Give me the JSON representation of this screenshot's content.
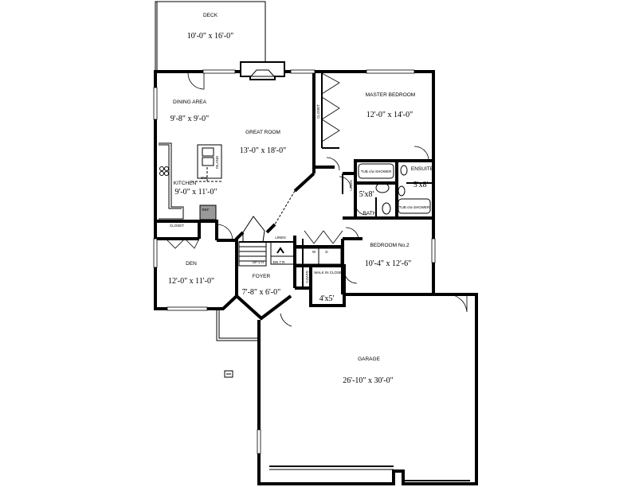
{
  "rooms": {
    "deck": {
      "name": "DECK",
      "dim": "10'-0\" x 16'-0\""
    },
    "dining": {
      "name": "DINING AREA",
      "dim": "9'-8\" x 9'-0\""
    },
    "great_room": {
      "name": "GREAT ROOM",
      "dim": "13'-0\" x 18'-0\""
    },
    "master_bedroom": {
      "name": "MASTER BEDROOM",
      "dim": "12'-0\" x 14'-0\""
    },
    "kitchen": {
      "name": "KITCHEN",
      "dim": "9'-0\" x 11'-0\""
    },
    "ensuite": {
      "name": "ENSUITE",
      "dim": "5'x8'"
    },
    "bath": {
      "name": "BATH",
      "dim": "5'x8'"
    },
    "bedroom2": {
      "name": "BEDROOM No.2",
      "dim": "10'-4\" x 12'-6\""
    },
    "den": {
      "name": "DEN",
      "dim": "12'-0\" x 11'-0\""
    },
    "foyer": {
      "name": "FOYER",
      "dim": "7'-8\" x 6'-0\""
    },
    "walk_in_closet": {
      "name": "WALK IN CLOSET",
      "dim": "4'x5'"
    },
    "garage": {
      "name": "GARAGE",
      "dim": "26'-10\" x 30'-0\""
    }
  },
  "labels": {
    "closet_master": "CLOSET",
    "closet_den": "CLOSET",
    "island": "ISLAND",
    "dw": "DW",
    "ref": "REF",
    "linen_bath": "LINEN",
    "linen_hall": "LINEN",
    "coats": "COATS",
    "tub_master": "TUB c/w SHOWER",
    "tub_ensuite": "TUB c/w SHOWER",
    "up": "UP 2 R",
    "dn": "DN 7 R",
    "w": "W",
    "d": "D"
  }
}
